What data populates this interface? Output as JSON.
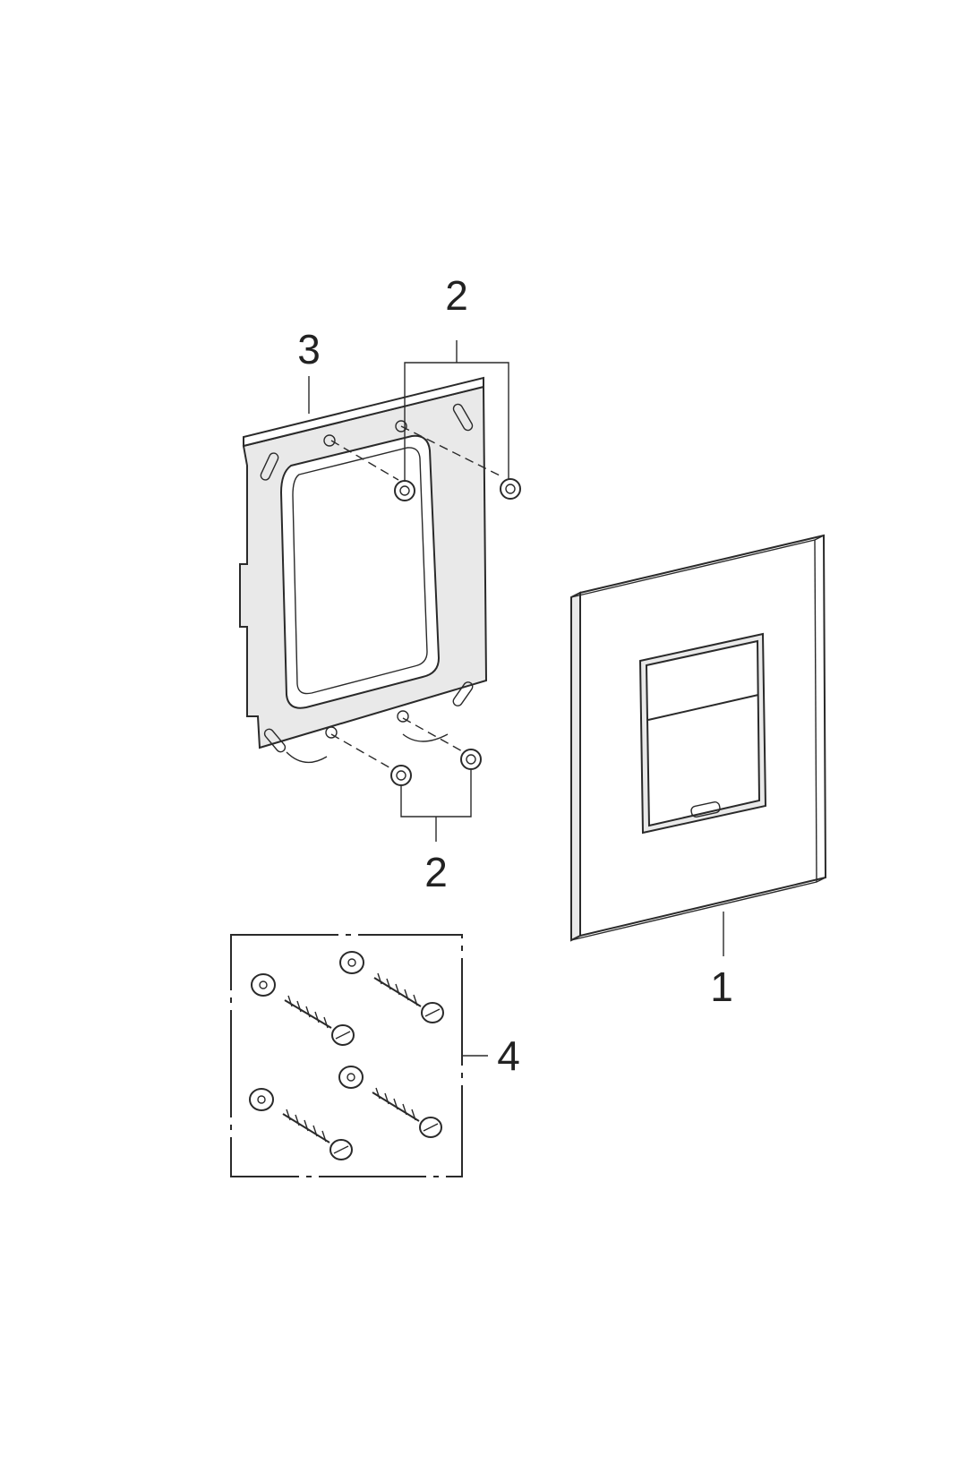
{
  "callouts": {
    "screws_top": "2",
    "mounting_frame": "3",
    "screws_bottom": "2",
    "wall_plugs_kit": "4",
    "actuation_plate": "1"
  },
  "colors": {
    "line": "#2a2a2a",
    "background": "#ffffff",
    "shade": "#e9e9e9"
  }
}
